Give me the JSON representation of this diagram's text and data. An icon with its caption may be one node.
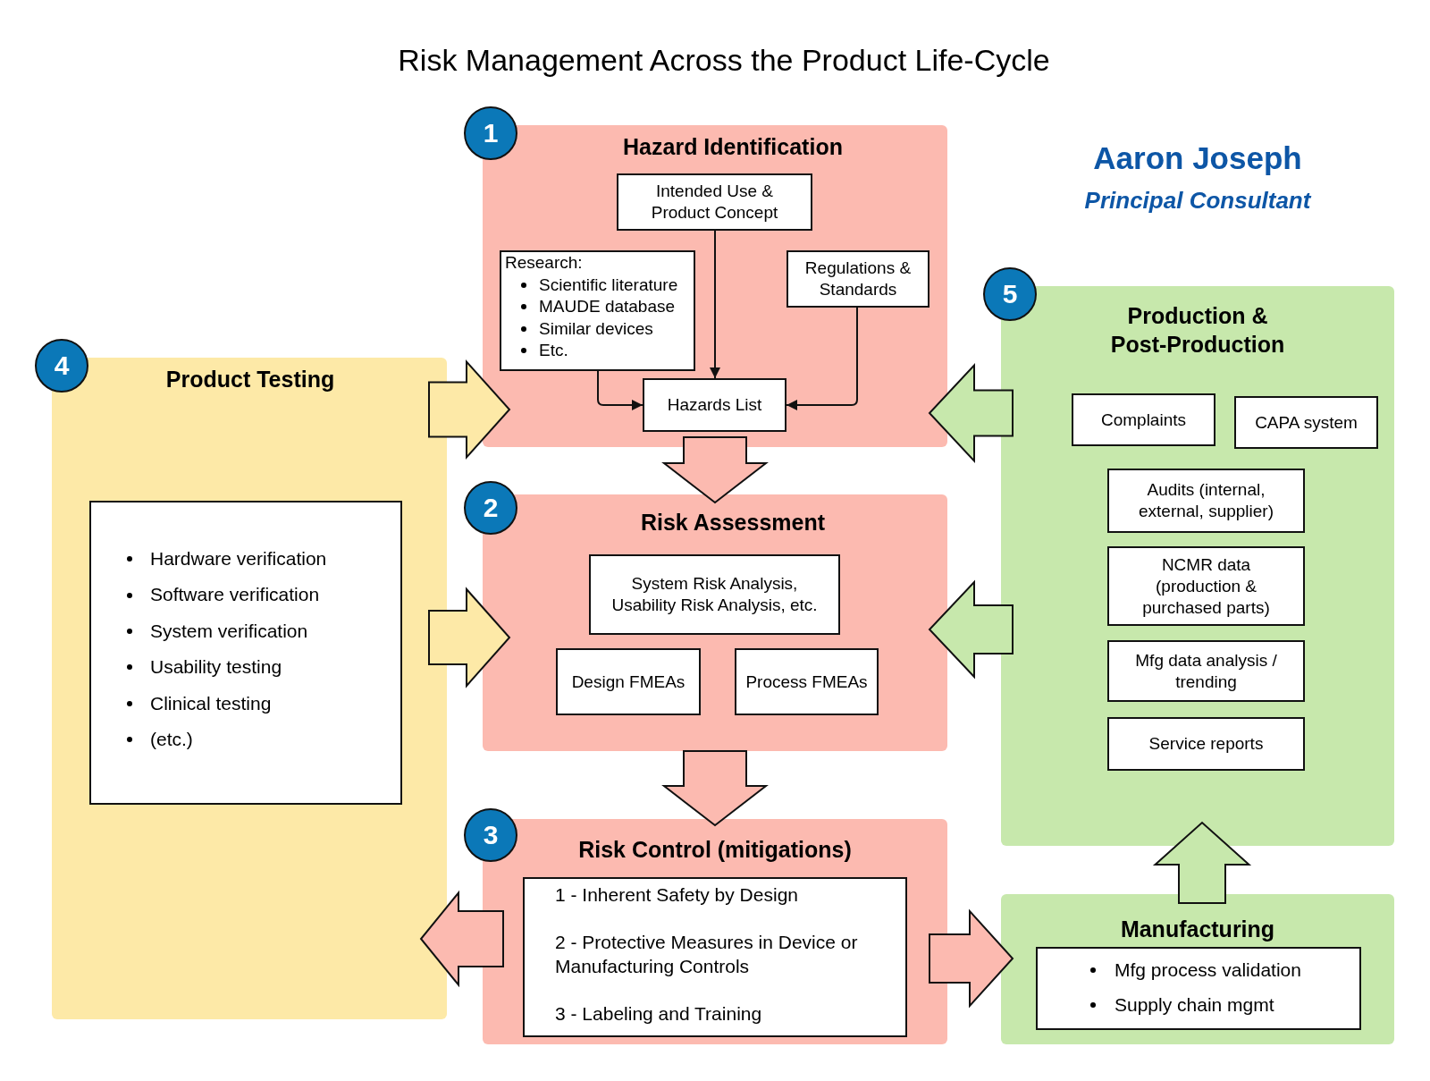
{
  "diagram": {
    "title": "Risk Management Across the Product Life-Cycle",
    "nodes": [
      {
        "text": [
          "1"
        ]
      },
      {
        "text": [
          "Hazard Identification"
        ]
      },
      {
        "text": [
          "Intended Use & Product Concept"
        ],
        "in": 1
      },
      {
        "text": [
          "Research:",
          "Scientific literature",
          "MAUDE database",
          "Similar devices",
          "Etc."
        ],
        "in": 1
      },
      {
        "text": [
          "Regulations & Standards"
        ],
        "in": 1
      },
      {
        "text": [
          "Hazards List"
        ],
        "in": 1
      },
      {
        "text": [
          "2"
        ]
      },
      {
        "text": [
          "Risk Assessment"
        ]
      },
      {
        "text": [
          "System Risk Analysis, Usability Risk Analysis, etc."
        ],
        "in": 7
      },
      {
        "text": [
          "Design FMEAs"
        ],
        "in": 7
      },
      {
        "text": [
          "Process FMEAs"
        ],
        "in": 7
      },
      {
        "text": [
          "3"
        ]
      },
      {
        "text": [
          "Risk Control (mitigations)"
        ]
      },
      {
        "text": [
          "1 - Inherent Safety by Design",
          "2 - Protective Measures in Device or Manufacturing Controls",
          "3 - Labeling and Training"
        ],
        "in": 12
      },
      {
        "text": [
          "4"
        ]
      },
      {
        "text": [
          "Product Testing"
        ]
      },
      {
        "text": [
          "Hardware verification",
          "Software verification",
          "System verification",
          "Usability testing",
          "Clinical testing",
          "(etc.)"
        ],
        "in": 15
      },
      {
        "text": [
          "5"
        ]
      },
      {
        "text": [
          "Production & Post-Production"
        ]
      },
      {
        "text": [
          "Complaints"
        ],
        "in": 18
      },
      {
        "text": [
          "CAPA system"
        ],
        "in": 18
      },
      {
        "text": [
          "Audits (internal, external, supplier)"
        ],
        "in": 18
      },
      {
        "text": [
          "NCMR data (production & purchased parts)"
        ],
        "in": 18
      },
      {
        "text": [
          "Mfg data analysis / trending"
        ],
        "in": 18
      },
      {
        "text": [
          "Service reports"
        ],
        "in": 18
      },
      {
        "text": [
          "Manufacturing"
        ]
      },
      {
        "text": [
          "Mfg process validation",
          "Supply chain mgmt"
        ],
        "in": 25
      }
    ],
    "edges": [
      {
        "from": 2,
        "to": 5,
        "arrow": "to"
      },
      {
        "from": 3,
        "to": 5,
        "arrow": "to"
      },
      {
        "from": 4,
        "to": 5,
        "arrow": "to"
      },
      {
        "from": 1,
        "to": 7,
        "arrow": "to",
        "style": "thick",
        "color": "#fcbab0"
      },
      {
        "from": 7,
        "to": 12,
        "arrow": "to",
        "style": "thick",
        "color": "#fcbab0"
      },
      {
        "from": 15,
        "to": 1,
        "arrow": "to",
        "style": "thick",
        "color": "#fde9a7"
      },
      {
        "from": 15,
        "to": 7,
        "arrow": "to",
        "style": "thick",
        "color": "#fde9a7"
      },
      {
        "from": 12,
        "to": 15,
        "arrow": "to",
        "style": "thick",
        "color": "#fcbab0"
      },
      {
        "from": 12,
        "to": 25,
        "arrow": "to",
        "style": "thick",
        "color": "#fcbab0"
      },
      {
        "from": 18,
        "to": 1,
        "arrow": "to",
        "style": "thick",
        "color": "#c7e8ac"
      },
      {
        "from": 18,
        "to": 7,
        "arrow": "to",
        "style": "thick",
        "color": "#c7e8ac"
      },
      {
        "from": 25,
        "to": 18,
        "arrow": "to",
        "style": "thick",
        "color": "#c7e8ac"
      }
    ],
    "labels": [
      "Aaron Joseph",
      "Principal Consultant"
    ]
  }
}
